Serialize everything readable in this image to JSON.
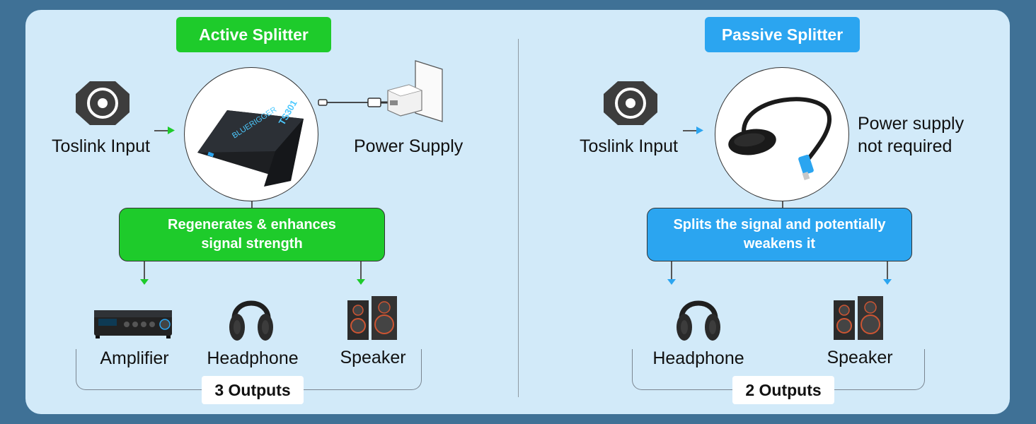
{
  "active": {
    "title": "Active Splitter",
    "input_label": "Toslink Input",
    "power_label": "Power Supply",
    "description_line1": "Regenerates & enhances",
    "description_line2": "signal strength",
    "device_brand": "BLUERIGGER",
    "device_model": "TS301",
    "outputs": [
      "Amplifier",
      "Headphone",
      "Speaker"
    ],
    "output_count_label": "3 Outputs",
    "accent_color": "#1ecb2b"
  },
  "passive": {
    "title": "Passive Splitter",
    "input_label": "Toslink Input",
    "power_line1": "Power supply",
    "power_line2": "not required",
    "description_line1": "Splits the signal and potentially",
    "description_line2": "weakens it",
    "outputs": [
      "Headphone",
      "Speaker"
    ],
    "output_count_label": "2 Outputs",
    "accent_color": "#2ba5f0"
  },
  "icons": [
    "toslink-port-icon",
    "power-adapter-icon",
    "amplifier-icon",
    "headphone-icon",
    "speaker-icon",
    "splitter-cable-icon"
  ]
}
